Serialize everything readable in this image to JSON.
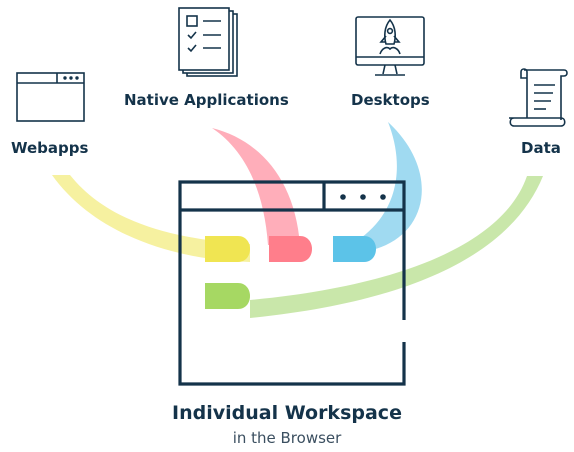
{
  "sources": {
    "webapps": {
      "label": "Webapps",
      "icon": "browser-window-icon",
      "color": "#f5ef8f"
    },
    "native": {
      "label": "Native Applications",
      "icon": "documents-checklist-icon",
      "color": "#ff9aa9"
    },
    "desktops": {
      "label": "Desktops",
      "icon": "monitor-rocket-icon",
      "color": "#8fd4ee"
    },
    "data": {
      "label": "Data",
      "icon": "scroll-document-icon",
      "color": "#bfe39b"
    }
  },
  "workspace": {
    "title": "Individual Workspace",
    "subtitle": "in the Browser",
    "tile_colors": [
      "#f0e552",
      "#ff7e8b",
      "#5cc3e8",
      "#a6d863"
    ]
  },
  "colors": {
    "ink": "#14334a"
  }
}
